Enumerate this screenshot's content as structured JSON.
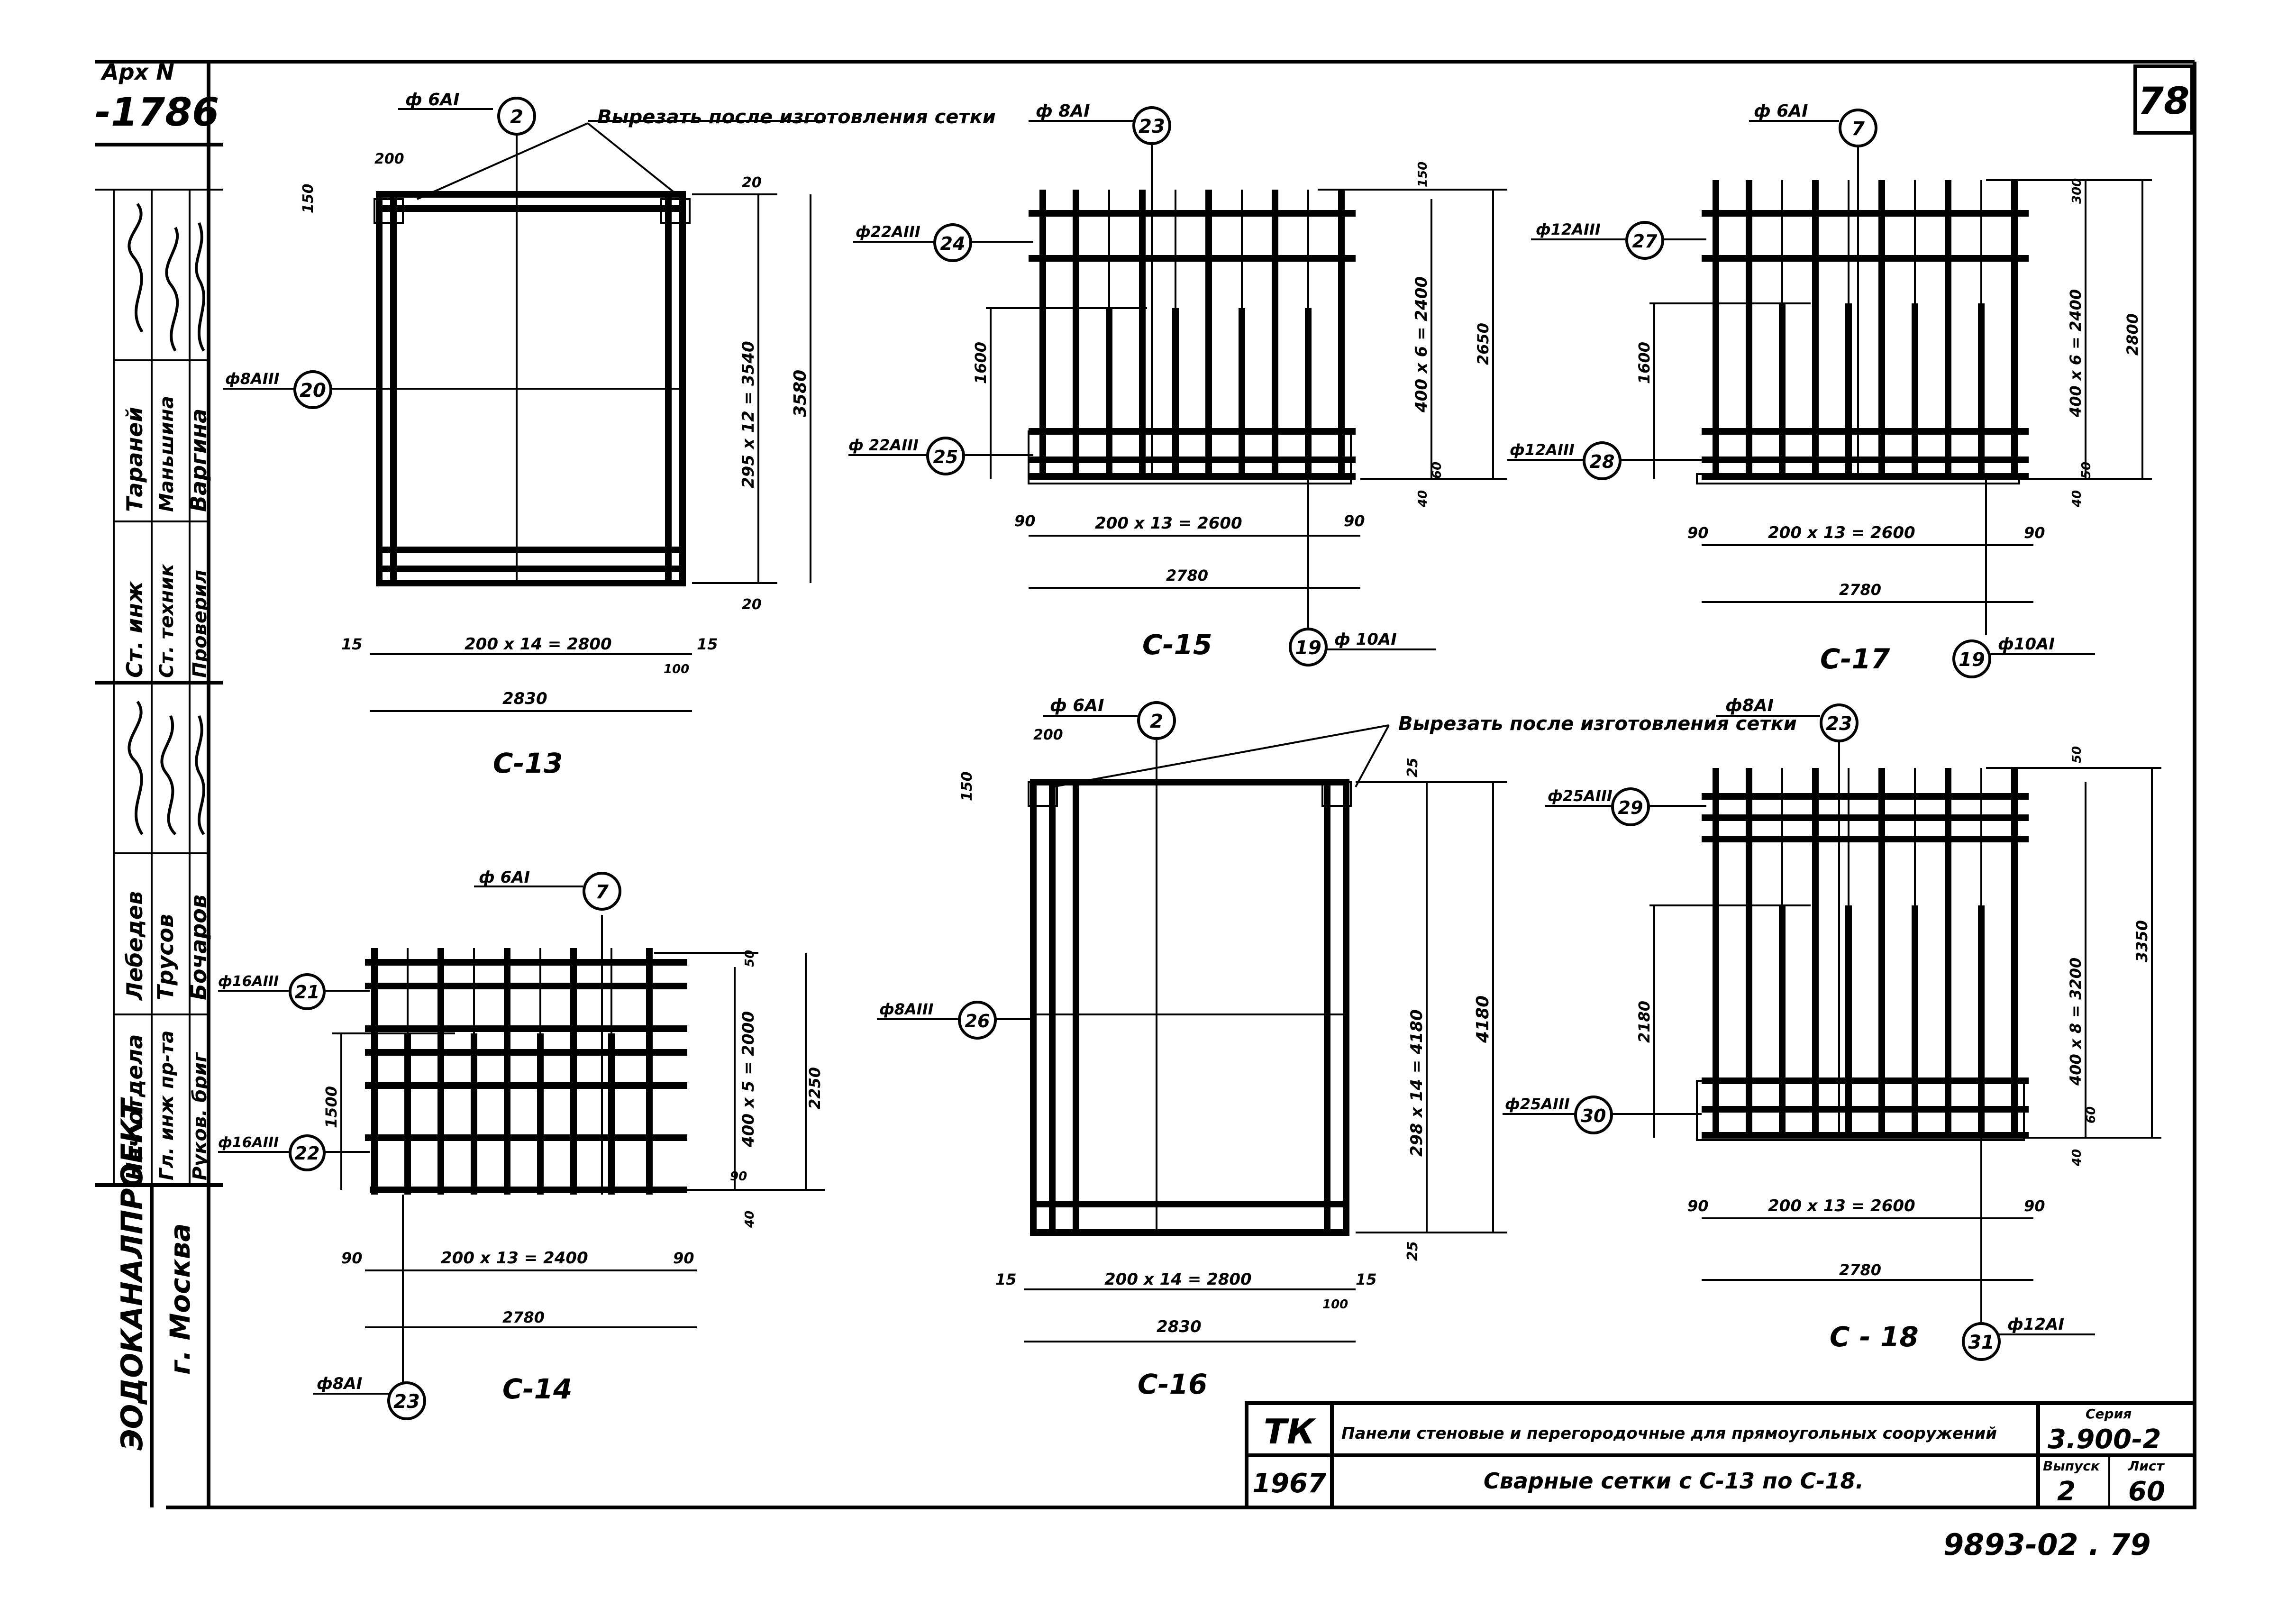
{
  "side_strip": {
    "archive_label": "Арх N",
    "archive_number": "-1786",
    "roles": [
      "Нач отдела",
      "Гл. инж пр-та",
      "Руков. бриг",
      "Ст. инж",
      "Ст. техник",
      "Проверил"
    ],
    "names": [
      "Лебедев",
      "Трусов",
      "Бочаров",
      "Тараней",
      "Маньшина",
      "Варгина"
    ],
    "organization": "ЭОДОКАНАЛПРОЕКТ",
    "city": "г. Москва"
  },
  "sheet_number_box": "78",
  "callout_note": "Вырезать после изготовления сетки",
  "meshes": [
    {
      "id": "C-13",
      "title": "С-13",
      "callouts": [
        {
          "label": "ф 6АI",
          "num": "2"
        },
        {
          "label": "ф8АIII",
          "num": "20"
        }
      ],
      "dims": {
        "top_offset": "200",
        "corner": "150",
        "side_top": "20",
        "side_bottom": "20",
        "vertical_pitch": "295 x 12 = 3540",
        "total_height": "3580",
        "left_edge": "15",
        "horizontal_pitch": "200 x 14 = 2800",
        "right_edge": "15",
        "right_small": "100",
        "total_width": "2830"
      }
    },
    {
      "id": "C-14",
      "title": "С-14",
      "callouts": [
        {
          "label": "ф 6АI",
          "num": "7"
        },
        {
          "label": "ф16АIII",
          "num": "21"
        },
        {
          "label": "ф16АIII",
          "num": "22"
        },
        {
          "label": "ф8АI",
          "num": "23"
        }
      ],
      "dims": {
        "short_height": "1500",
        "vertical_pitch": "400 x 5 = 2000",
        "total_height": "2250",
        "top_small": "50",
        "bottom_small": "40",
        "bottom_mid": "90",
        "left_edge": "90",
        "horizontal_pitch": "200 x 13 = 2400",
        "right_edge": "90",
        "total_width": "2780"
      }
    },
    {
      "id": "C-15",
      "title": "С-15",
      "callouts": [
        {
          "label": "ф 8АI",
          "num": "23"
        },
        {
          "label": "ф22АIII",
          "num": "24"
        },
        {
          "label": "ф 22АIII",
          "num": "25"
        },
        {
          "label": "ф 10АI",
          "num": "19"
        }
      ],
      "dims": {
        "short_height": "1600",
        "vertical_pitch": "400 x 6 = 2400",
        "total_height": "2650",
        "top_small": "150",
        "bottom_small": "40",
        "bottom_mid": "60",
        "left_edge": "90",
        "horizontal_pitch": "200 x 13 = 2600",
        "right_edge": "90",
        "total_width": "2780"
      }
    },
    {
      "id": "C-16",
      "title": "С-16",
      "callouts": [
        {
          "label": "ф 6АI",
          "num": "2"
        },
        {
          "label": "ф8АIII",
          "num": "26"
        }
      ],
      "dims": {
        "top_offset": "200",
        "corner": "150",
        "side_top": "25",
        "side_bottom": "25",
        "vertical_pitch": "298 x 14 = 4180",
        "total_height": "4180",
        "left_edge": "15",
        "horizontal_pitch": "200 x 14 = 2800",
        "right_edge": "15",
        "right_small": "100",
        "total_width": "2830"
      }
    },
    {
      "id": "C-17",
      "title": "С-17",
      "callouts": [
        {
          "label": "ф 6АI",
          "num": "7"
        },
        {
          "label": "ф12АIII",
          "num": "27"
        },
        {
          "label": "ф12АIII",
          "num": "28"
        },
        {
          "label": "ф10АI",
          "num": "19"
        }
      ],
      "dims": {
        "short_height": "1600",
        "vertical_pitch": "400 x 6 = 2400",
        "total_height": "2800",
        "top_small": "300",
        "bottom_small": "40",
        "bottom_mid": "50",
        "left_edge": "90",
        "horizontal_pitch": "200 x 13 = 2600",
        "right_edge": "90",
        "total_width": "2780"
      }
    },
    {
      "id": "C-18",
      "title": "С - 18",
      "callouts": [
        {
          "label": "ф8АI",
          "num": "23"
        },
        {
          "label": "ф25АIII",
          "num": "29"
        },
        {
          "label": "ф25АIII",
          "num": "30"
        },
        {
          "label": "ф12АI",
          "num": "31"
        }
      ],
      "dims": {
        "short_height": "2180",
        "vertical_pitch": "400 x 8 = 3200",
        "total_height": "3350",
        "top_small": "50",
        "bottom_small": "40",
        "bottom_mid": "60",
        "left_edge": "90",
        "horizontal_pitch": "200 x 13 = 2600",
        "right_edge": "90",
        "total_width": "2780"
      }
    }
  ],
  "title_block": {
    "stamp": "ТК",
    "year": "1967",
    "project_title": "Панели стеновые и перегородочные для прямоугольных сооружений",
    "sheet_title": "Сварные сетки с С-13 по С-18.",
    "series_label": "Серия",
    "series_value": "3.900-2",
    "issue_label": "Выпуск",
    "issue_value": "2",
    "sheet_label": "Лист",
    "sheet_value": "60"
  },
  "footer_code": "9893-02 . 79"
}
